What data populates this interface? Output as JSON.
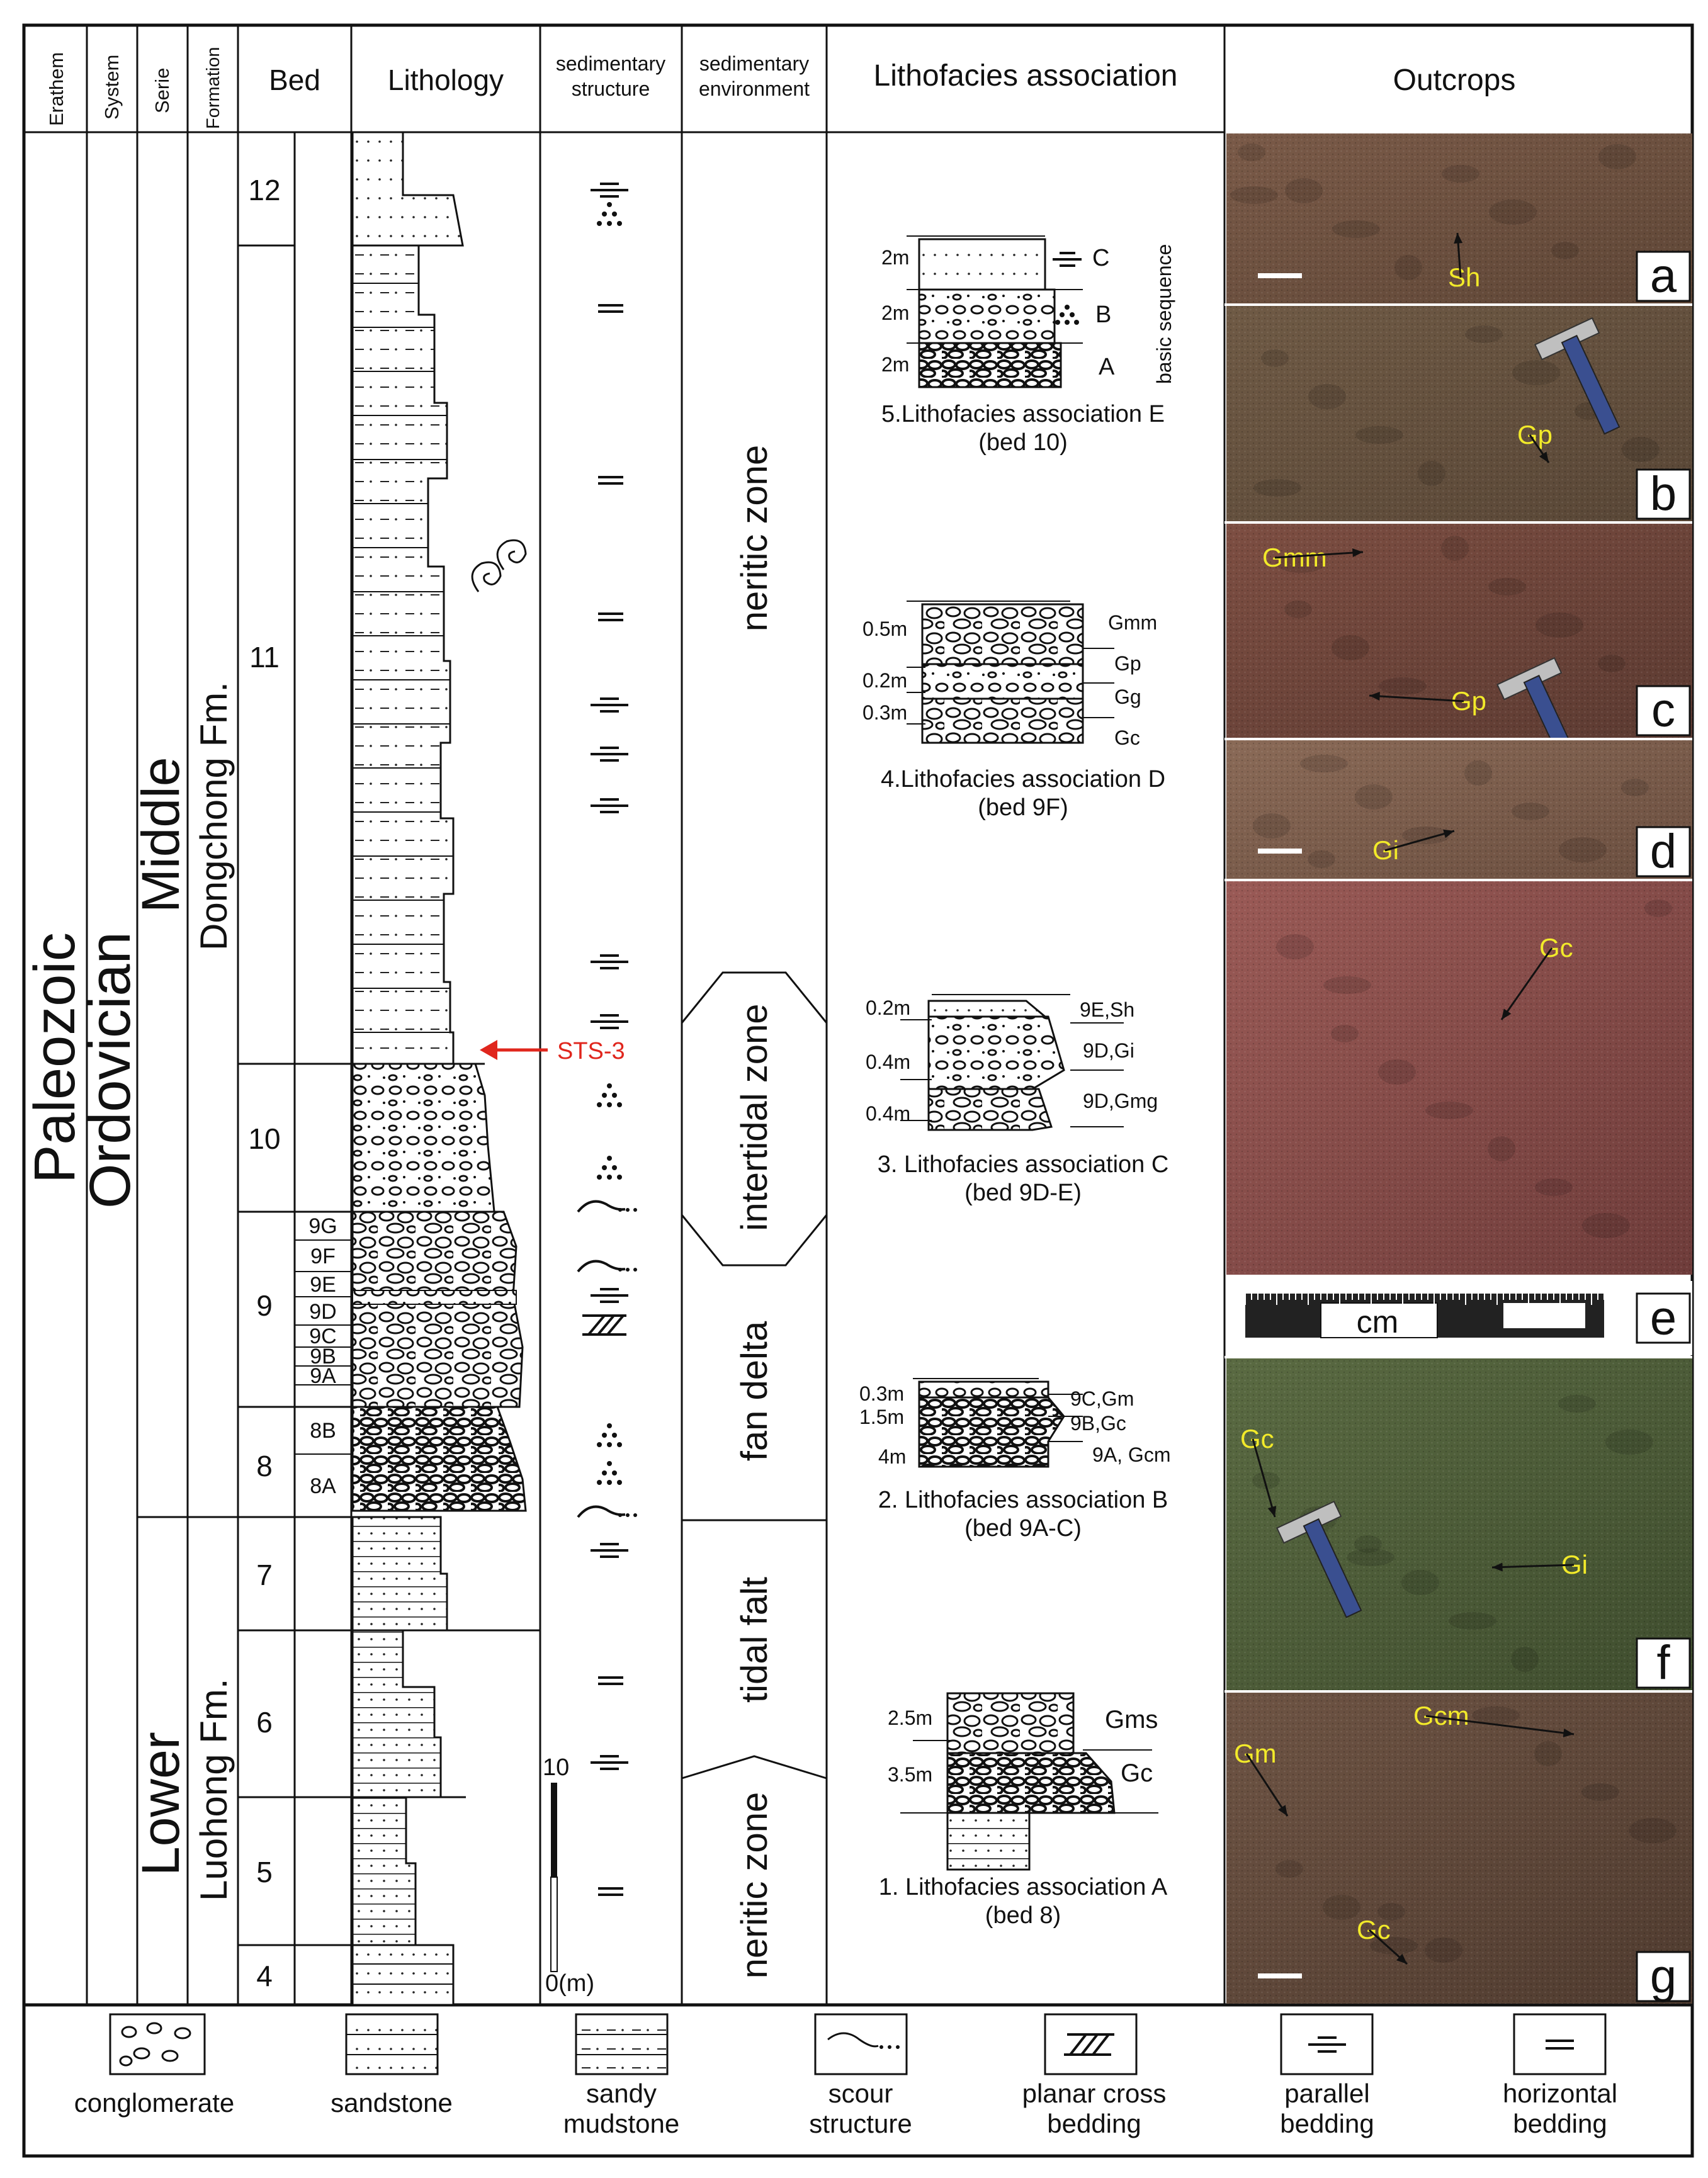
{
  "header": {
    "erathem": "Erathem",
    "system": "System",
    "serie": "Serie",
    "formation": "Formation",
    "bed": "Bed",
    "lithology": "Lithology",
    "sed_structure": [
      "sedimentary",
      "structure"
    ],
    "sed_environment": [
      "sedimentary",
      "environment"
    ],
    "lithofacies_association": "Lithofacies association",
    "outcrops": "Outcrops"
  },
  "stratigraphy": {
    "erathem": "Paleozoic",
    "system": "Ordovician",
    "series_middle": "Middle",
    "series_lower": "Lower",
    "formation_upper": "Dongchong Fm.",
    "formation_lower": "Luohong Fm."
  },
  "beds": [
    "12",
    "11",
    "10",
    "9",
    "8",
    "7",
    "6",
    "5",
    "4"
  ],
  "subbeds": [
    "9G",
    "9F",
    "9E",
    "9D",
    "9C",
    "9B",
    "9A",
    "8B",
    "8A"
  ],
  "sample_marker": "STS-3",
  "scale_bar": {
    "top": "10",
    "bottom": "0(m)"
  },
  "environments": [
    "neritic zone",
    "intertidal zone",
    "fan delta",
    "tidal falt",
    "neritic zone"
  ],
  "associations": {
    "E": {
      "title": "5.Lithofacies association E",
      "bed": "(bed 10)",
      "thicknesses": [
        "2m",
        "2m",
        "2m"
      ],
      "units": [
        "C",
        "B",
        "A"
      ],
      "side": "basic sequence"
    },
    "D": {
      "title": "4.Lithofacies association D",
      "bed": "(bed 9F)",
      "thicknesses": [
        "0.5m",
        "0.2m",
        "0.3m"
      ],
      "units": [
        "Gmm",
        "Gp",
        "Gg",
        "Gc"
      ]
    },
    "C": {
      "title": "3. Lithofacies association C",
      "bed": "(bed 9D-E)",
      "thicknesses": [
        "0.2m",
        "0.4m",
        "0.4m"
      ],
      "units": [
        "9E,Sh",
        "9D,Gi",
        "9D,Gmg"
      ]
    },
    "B": {
      "title": "2. Lithofacies association B",
      "bed": "(bed 9A-C)",
      "thicknesses": [
        "0.3m",
        "1.5m",
        "4m"
      ],
      "units": [
        "9C,Gm",
        "9B,Gc",
        "9A, Gcm"
      ]
    },
    "A": {
      "title": "1. Lithofacies association A",
      "bed": "(bed 8)",
      "thicknesses": [
        "2.5m",
        "3.5m"
      ],
      "units": [
        "Gms",
        "Gc"
      ]
    }
  },
  "photos": [
    {
      "letter": "a",
      "labels": [
        "Sh"
      ],
      "colors": [
        "#7a5a48",
        "#5e4636"
      ]
    },
    {
      "letter": "b",
      "labels": [
        "Gp"
      ],
      "colors": [
        "#6f5a45",
        "#584636"
      ]
    },
    {
      "letter": "c",
      "labels": [
        "Gmm",
        "Gp"
      ],
      "colors": [
        "#7d4e42",
        "#5b3a31"
      ]
    },
    {
      "letter": "d",
      "labels": [
        "Gi"
      ],
      "colors": [
        "#8a6a57",
        "#6a4e3f"
      ]
    },
    {
      "letter": "e",
      "labels": [
        "Gc",
        "cm"
      ],
      "colors": [
        "#9a5a56",
        "#6e3c3a"
      ]
    },
    {
      "letter": "f",
      "labels": [
        "Gc",
        "Gi"
      ],
      "colors": [
        "#5a6a42",
        "#3f4d2e"
      ]
    },
    {
      "letter": "g",
      "labels": [
        "Gm",
        "Gcm",
        "Gc"
      ],
      "colors": [
        "#6e5444",
        "#4f3b2f"
      ]
    }
  ],
  "legend": [
    {
      "icon": "conglomerate-icon",
      "label": [
        "conglomerate"
      ]
    },
    {
      "icon": "sandstone-icon",
      "label": [
        "sandstone"
      ]
    },
    {
      "icon": "sandy-mudstone-icon",
      "label": [
        "sandy",
        "mudstone"
      ]
    },
    {
      "icon": "scour-structure-icon",
      "label": [
        "scour",
        "structure"
      ]
    },
    {
      "icon": "planar-cross-bedding-icon",
      "label": [
        "planar cross",
        "bedding"
      ]
    },
    {
      "icon": "parallel-bedding-icon",
      "label": [
        "parallel",
        "bedding"
      ]
    },
    {
      "icon": "horizontal-bedding-icon",
      "label": [
        "horizontal",
        "bedding"
      ]
    }
  ],
  "colors": {
    "marker": "#e0261d",
    "photo_label": "#f2ea2a"
  }
}
